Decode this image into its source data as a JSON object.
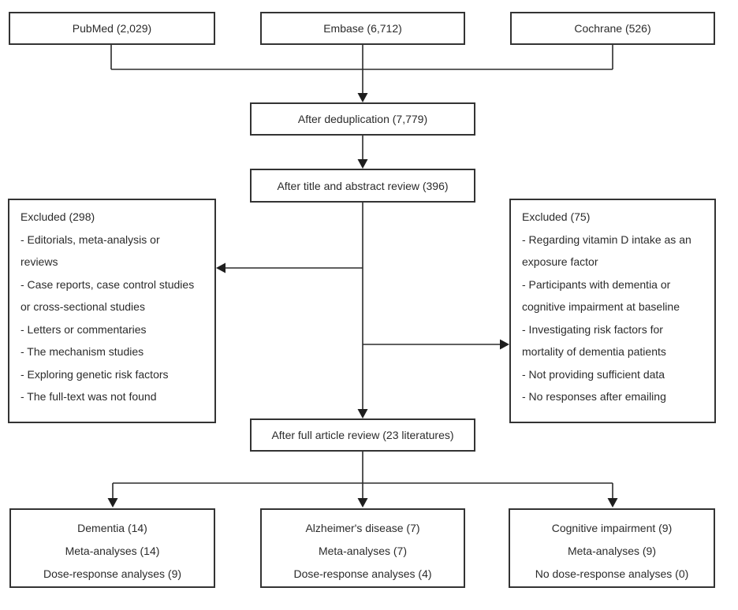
{
  "colors": {
    "border": "#333333",
    "text": "#2b2b2b",
    "background": "#ffffff"
  },
  "sources": [
    {
      "label": "PubMed (2,029)"
    },
    {
      "label": "Embase (6,712)"
    },
    {
      "label": "Cochrane (526)"
    }
  ],
  "steps": {
    "dedup": "After deduplication (7,779)",
    "title_abstract": "After title and abstract review (396)",
    "full_article": "After full article review (23 literatures)"
  },
  "excluded_left": {
    "lines": [
      "Excluded (298)",
      "- Editorials, meta-analysis or",
      "reviews",
      "- Case reports, case control studies",
      "or cross-sectional studies",
      "- Letters or commentaries",
      "- The mechanism studies",
      "- Exploring genetic risk factors",
      "- The full-text was not found"
    ]
  },
  "excluded_right": {
    "lines": [
      "Excluded (75)",
      "- Regarding vitamin D intake as an",
      "exposure factor",
      "- Participants with dementia or",
      "cognitive impairment at baseline",
      "- Investigating risk factors for",
      "mortality of dementia patients",
      "- Not providing sufficient data",
      "- No responses after emailing"
    ]
  },
  "outcomes": [
    {
      "lines": [
        "Dementia (14)",
        "Meta-analyses (14)",
        "Dose-response analyses (9)"
      ]
    },
    {
      "lines": [
        "Alzheimer's disease (7)",
        "Meta-analyses (7)",
        "Dose-response analyses (4)"
      ]
    },
    {
      "lines": [
        "Cognitive impairment (9)",
        "Meta-analyses (9)",
        "No dose-response analyses (0)"
      ]
    }
  ]
}
